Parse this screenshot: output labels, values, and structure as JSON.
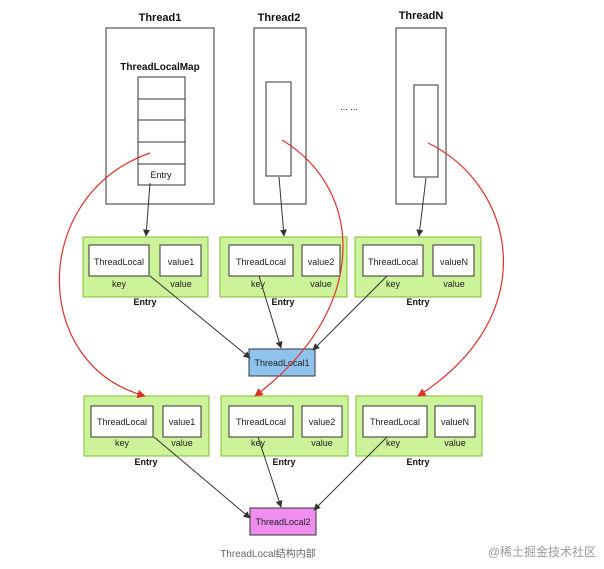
{
  "threads": {
    "t1": "Thread1",
    "t2": "Thread2",
    "tn": "ThreadN",
    "ellipsis": "... ..."
  },
  "map": {
    "title": "ThreadLocalMap",
    "entry_label": "Entry"
  },
  "entries": {
    "key_text": "ThreadLocal",
    "key_label": "key",
    "value_label": "value",
    "group_label": "Entry",
    "row1_values": [
      "value1",
      "value2",
      "valueN"
    ],
    "row2_values": [
      "value1",
      "value2",
      "valueN"
    ]
  },
  "targets": {
    "tl1": "ThreadLocal1",
    "tl2": "ThreadLocal2"
  },
  "caption": "ThreadLocal结构内部",
  "watermark": "@稀土掘金技术社区",
  "colors": {
    "entry_fill": "#ccf29a",
    "entry_stroke": "#7fbf2f",
    "tl1_fill": "#8fc3ee",
    "tl2_fill": "#f08ef0",
    "red_arrow": "#e0302a",
    "black_arrow": "#333333"
  }
}
